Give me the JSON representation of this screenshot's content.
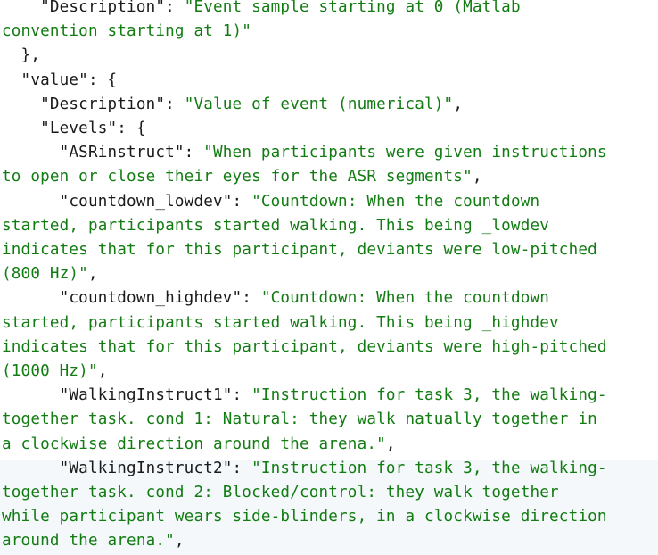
{
  "code_lines": [
    {
      "k": "    \"Description\": ",
      "s": "\"Event sample starting at 0 (Matlab",
      "p": ""
    },
    {
      "k": "",
      "s": "convention starting at 1)\"",
      "p": ""
    },
    {
      "k": "  },",
      "s": "",
      "p": ""
    },
    {
      "k": "  \"value\": {",
      "s": "",
      "p": ""
    },
    {
      "k": "    \"Description\": ",
      "s": "\"Value of event (numerical)\"",
      "p": ","
    },
    {
      "k": "    \"Levels\": {",
      "s": "",
      "p": ""
    },
    {
      "k": "      \"ASRinstruct\": ",
      "s": "\"When participants were given instructions",
      "p": ""
    },
    {
      "k": "",
      "s": "to open or close their eyes for the ASR segments\"",
      "p": ","
    },
    {
      "k": "      \"countdown_lowdev\": ",
      "s": "\"Countdown: When the countdown",
      "p": ""
    },
    {
      "k": "",
      "s": "started, participants started walking. This being _lowdev",
      "p": ""
    },
    {
      "k": "",
      "s": "indicates that for this participant, deviants were low-pitched",
      "p": ""
    },
    {
      "k": "",
      "s": "(800 Hz)\"",
      "p": ","
    },
    {
      "k": "      \"countdown_highdev\": ",
      "s": "\"Countdown: When the countdown",
      "p": ""
    },
    {
      "k": "",
      "s": "started, participants started walking. This being _highdev",
      "p": ""
    },
    {
      "k": "",
      "s": "indicates that for this participant, deviants were high-pitched",
      "p": ""
    },
    {
      "k": "",
      "s": "(1000 Hz)\"",
      "p": ","
    },
    {
      "k": "      \"WalkingInstruct1\": ",
      "s": "\"Instruction for task 3, the walking-",
      "p": ""
    },
    {
      "k": "",
      "s": "together task. cond 1: Natural: they walk natually together in",
      "p": ""
    },
    {
      "k": "",
      "s": "a clockwise direction around the arena.\"",
      "p": ","
    },
    {
      "k": "      \"WalkingInstruct2\": ",
      "s": "\"Instruction for task 3, the walking-",
      "p": ""
    },
    {
      "k": "",
      "s": "together task. cond 2: Blocked/control: they walk together",
      "p": ""
    },
    {
      "k": "",
      "s": "while participant wears side-blinders, in a clockwise direction",
      "p": ""
    },
    {
      "k": "",
      "s": "around the arena.\"",
      "p": ","
    }
  ]
}
